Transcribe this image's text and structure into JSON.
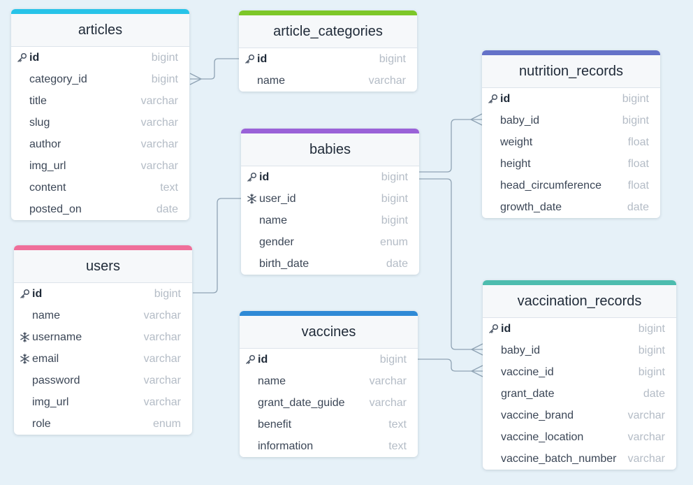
{
  "colors": {
    "background": "#e6f1f8",
    "connector": "#8fa3b4",
    "articles": "#27c3e8",
    "article_categories": "#7dc728",
    "nutrition_records": "#6472c8",
    "babies": "#9a62d8",
    "users": "#ef6f9a",
    "vaccines": "#2f8ad6",
    "vaccination_records": "#4dbcae"
  },
  "tables": {
    "articles": {
      "title": "articles",
      "columns": [
        {
          "name": "id",
          "type": "bigint",
          "icon": "key-icon"
        },
        {
          "name": "category_id",
          "type": "bigint",
          "icon": ""
        },
        {
          "name": "title",
          "type": "varchar",
          "icon": ""
        },
        {
          "name": "slug",
          "type": "varchar",
          "icon": ""
        },
        {
          "name": "author",
          "type": "varchar",
          "icon": ""
        },
        {
          "name": "img_url",
          "type": "varchar",
          "icon": ""
        },
        {
          "name": "content",
          "type": "text",
          "icon": ""
        },
        {
          "name": "posted_on",
          "type": "date",
          "icon": ""
        }
      ]
    },
    "article_categories": {
      "title": "article_categories",
      "columns": [
        {
          "name": "id",
          "type": "bigint",
          "icon": "key-icon"
        },
        {
          "name": "name",
          "type": "varchar",
          "icon": ""
        }
      ]
    },
    "nutrition_records": {
      "title": "nutrition_records",
      "columns": [
        {
          "name": "id",
          "type": "bigint",
          "icon": "key-icon"
        },
        {
          "name": "baby_id",
          "type": "bigint",
          "icon": ""
        },
        {
          "name": "weight",
          "type": "float",
          "icon": ""
        },
        {
          "name": "height",
          "type": "float",
          "icon": ""
        },
        {
          "name": "head_circumference",
          "type": "float",
          "icon": ""
        },
        {
          "name": "growth_date",
          "type": "date",
          "icon": ""
        }
      ]
    },
    "babies": {
      "title": "babies",
      "columns": [
        {
          "name": "id",
          "type": "bigint",
          "icon": "key-icon"
        },
        {
          "name": "user_id",
          "type": "bigint",
          "icon": "snowflake-icon"
        },
        {
          "name": "name",
          "type": "bigint",
          "icon": ""
        },
        {
          "name": "gender",
          "type": "enum",
          "icon": ""
        },
        {
          "name": "birth_date",
          "type": "date",
          "icon": ""
        }
      ]
    },
    "users": {
      "title": "users",
      "columns": [
        {
          "name": "id",
          "type": "bigint",
          "icon": "key-icon"
        },
        {
          "name": "name",
          "type": "varchar",
          "icon": ""
        },
        {
          "name": "username",
          "type": "varchar",
          "icon": "snowflake-icon"
        },
        {
          "name": "email",
          "type": "varchar",
          "icon": "snowflake-icon"
        },
        {
          "name": "password",
          "type": "varchar",
          "icon": ""
        },
        {
          "name": "img_url",
          "type": "varchar",
          "icon": ""
        },
        {
          "name": "role",
          "type": "enum",
          "icon": ""
        }
      ]
    },
    "vaccines": {
      "title": "vaccines",
      "columns": [
        {
          "name": "id",
          "type": "bigint",
          "icon": "key-icon"
        },
        {
          "name": "name",
          "type": "varchar",
          "icon": ""
        },
        {
          "name": "grant_date_guide",
          "type": "varchar",
          "icon": ""
        },
        {
          "name": "benefit",
          "type": "text",
          "icon": ""
        },
        {
          "name": "information",
          "type": "text",
          "icon": ""
        }
      ]
    },
    "vaccination_records": {
      "title": "vaccination_records",
      "columns": [
        {
          "name": "id",
          "type": "bigint",
          "icon": "key-icon"
        },
        {
          "name": "baby_id",
          "type": "bigint",
          "icon": ""
        },
        {
          "name": "vaccine_id",
          "type": "bigint",
          "icon": ""
        },
        {
          "name": "grant_date",
          "type": "date",
          "icon": ""
        },
        {
          "name": "vaccine_brand",
          "type": "varchar",
          "icon": ""
        },
        {
          "name": "vaccine_location",
          "type": "varchar",
          "icon": ""
        },
        {
          "name": "vaccine_batch_number",
          "type": "varchar",
          "icon": ""
        }
      ]
    }
  },
  "relations": [
    {
      "from": "article_categories.id",
      "to": "articles.category_id",
      "cardinality": "one-to-many"
    },
    {
      "from": "users.id",
      "to": "babies.user_id",
      "cardinality": "one-to-one"
    },
    {
      "from": "babies.id",
      "to": "nutrition_records.baby_id",
      "cardinality": "one-to-many"
    },
    {
      "from": "babies.id",
      "to": "vaccination_records.baby_id",
      "cardinality": "one-to-many"
    },
    {
      "from": "vaccines.id",
      "to": "vaccination_records.vaccine_id",
      "cardinality": "one-to-many"
    }
  ]
}
